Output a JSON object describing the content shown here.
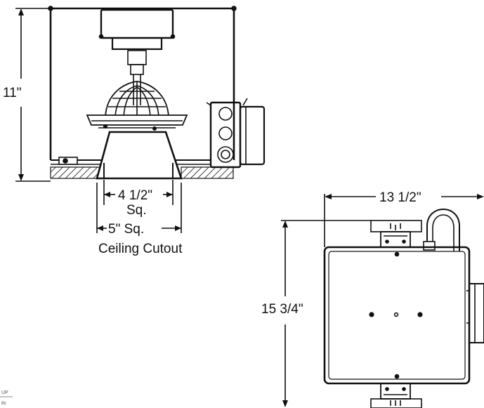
{
  "side_view": {
    "height_label": "11\"",
    "inner_cutout_label": "4 1/2\"",
    "inner_cutout_suffix": "Sq.",
    "outer_cutout_label": "5\" Sq.",
    "caption": "Ceiling Cutout"
  },
  "top_view": {
    "width_label": "13 1/2\"",
    "depth_label": "15 3/4\""
  },
  "corner_mark": {
    "line1": "UP",
    "line2": "tic"
  },
  "colors": {
    "line": "#111111",
    "background": "#ffffff"
  }
}
